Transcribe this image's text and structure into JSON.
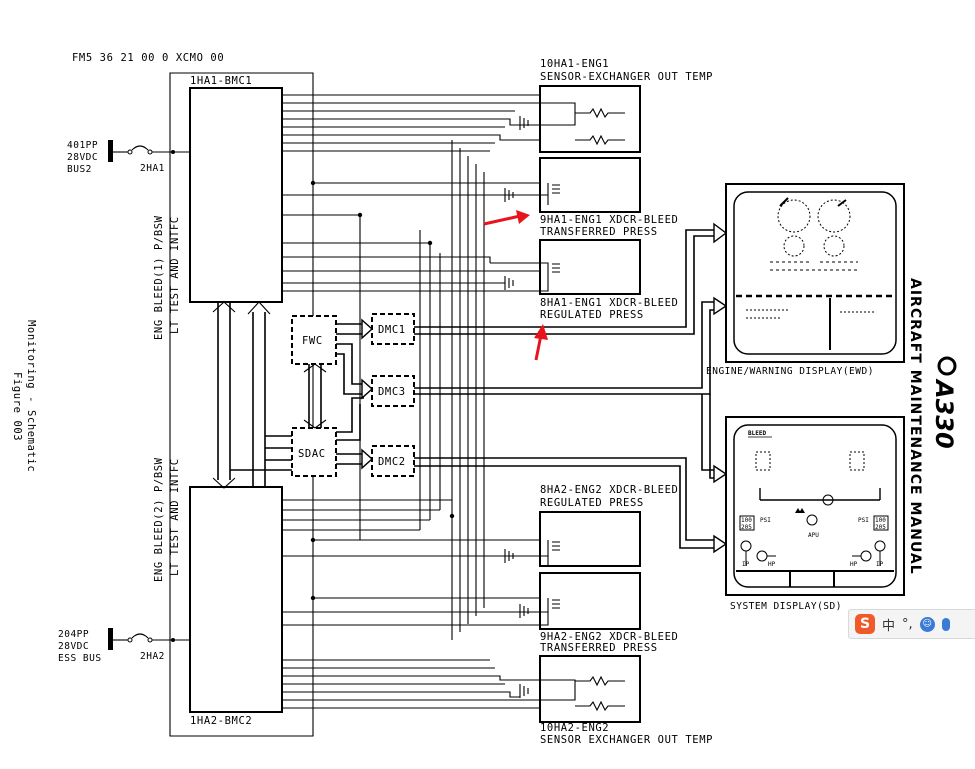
{
  "header": {
    "doc_ref": "FM5 36 21 00 0 XCMO 00"
  },
  "left_margin": {
    "caption_line1": "Monitoring - Schematic",
    "caption_line2": "Figure 003"
  },
  "right_margin": {
    "manual_title": "AIRCRAFT MAINTENANCE MANUAL",
    "brand": "A330"
  },
  "controllers": {
    "bmc1": {
      "label": "1HA1-BMC1",
      "side_label_line1": "ENG BLEED(1) P/BSW",
      "side_label_line2": "LT TEST AND INTFC"
    },
    "bmc2": {
      "label": "1HA2-BMC2",
      "side_label_line1": "ENG BLEED(2) P/BSW",
      "side_label_line2": "LT TEST AND INTFC"
    }
  },
  "power": {
    "bus1": {
      "line1": "401PP",
      "line2": "28VDC",
      "line3": "BUS2",
      "breaker": "2HA1"
    },
    "bus2": {
      "line1": "204PP",
      "line2": "28VDC",
      "line3": "ESS BUS",
      "breaker": "2HA2"
    }
  },
  "sensors": {
    "eng1_temp": {
      "line1": "10HA1-ENG1",
      "line2": "SENSOR-EXCHANGER OUT TEMP"
    },
    "eng1_transferred": {
      "line1": "9HA1-ENG1 XDCR-BLEED",
      "line2": "TRANSFERRED PRESS"
    },
    "eng1_regulated": {
      "line1": "8HA1-ENG1 XDCR-BLEED",
      "line2": "REGULATED PRESS"
    },
    "eng2_regulated": {
      "line1": "8HA2-ENG2 XDCR-BLEED",
      "line2": "REGULATED PRESS"
    },
    "eng2_transferred": {
      "line1": "9HA2-ENG2 XDCR-BLEED",
      "line2": "TRANSFERRED PRESS"
    },
    "eng2_temp": {
      "line1": "10HA2-ENG2",
      "line2": "SENSOR EXCHANGER OUT TEMP"
    }
  },
  "computers": {
    "fwc": "FWC",
    "sdac": "SDAC",
    "dmc1": "DMC1",
    "dmc2": "DMC2",
    "dmc3": "DMC3"
  },
  "displays": {
    "ewd": {
      "label": "ENGINE/WARNING DISPLAY(EWD)"
    },
    "sd": {
      "label": "SYSTEM DISPLAY(SD)",
      "page_title": "BLEED",
      "psi_left": "PSI",
      "psi_right": "PSI",
      "val_left": "100",
      "val_left2": "205",
      "val_right": "100",
      "val_right2": "205",
      "apu": "APU",
      "ip_left": "IP",
      "hp_left": "HP",
      "hp_right": "HP",
      "ip_right": "IP"
    }
  },
  "ime_toolbar": {
    "logo": "S",
    "mode": "中",
    "punct": "°,",
    "emoji": "☺"
  },
  "colors": {
    "annotation_arrow": "#e8141c",
    "ime_logo": "#f05a28",
    "ime_icon": "#3a7bd5"
  }
}
